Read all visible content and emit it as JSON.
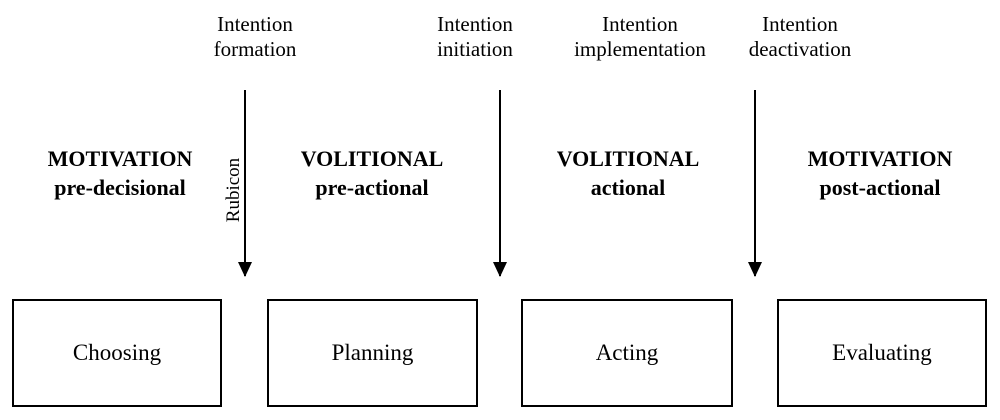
{
  "transitions": [
    {
      "line1": "Intention",
      "line2": "formation"
    },
    {
      "line1": "Intention",
      "line2": "initiation"
    },
    {
      "line1": "Intention",
      "line2": "implementation"
    },
    {
      "line1": "Intention",
      "line2": "deactivation"
    }
  ],
  "rubicon_label": "Rubicon",
  "phases": [
    {
      "title": "MOTIVATION",
      "subtitle": "pre-decisional"
    },
    {
      "title": "VOLITIONAL",
      "subtitle": "pre-actional"
    },
    {
      "title": "VOLITIONAL",
      "subtitle": "actional"
    },
    {
      "title": "MOTIVATION",
      "subtitle": "post-actional"
    }
  ],
  "stages": [
    "Choosing",
    "Planning",
    "Acting",
    "Evaluating"
  ]
}
